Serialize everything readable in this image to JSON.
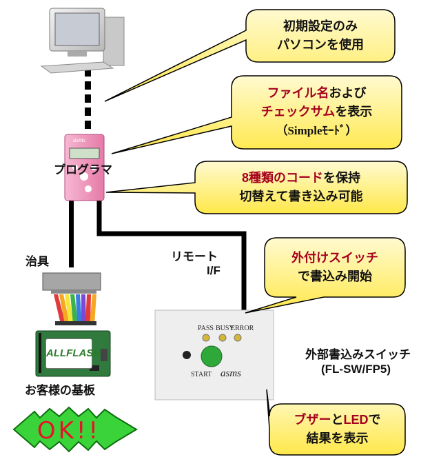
{
  "callouts": {
    "pc_setup": {
      "line1": "初期設定のみ",
      "line2": "パソコンを使用"
    },
    "file_checksum": {
      "line1_red": "ファイル名",
      "line1_rest": "および",
      "line2_red": "チェックサム",
      "line2_rest": "を表示",
      "line3": "（Simpleﾓｰﾄﾞ）"
    },
    "codes": {
      "line1_red": "8種類のコード",
      "line1_rest": "を保持",
      "line2": "切替えて書き込み可能"
    },
    "external_switch": {
      "line1_red": "外付けスイッチ",
      "line2": "で書込み開始"
    },
    "buzzer_led": {
      "line1_red_a": "ブザー",
      "line1_mid": "と",
      "line1_red_b": "LED",
      "line1_rest": "で",
      "line2": "結果を表示"
    }
  },
  "labels": {
    "programmer": "プログラマ",
    "jig": "治具",
    "remote_line1": "リモート",
    "remote_line2": "I/F",
    "customer_board": "お客様の基板",
    "ext_switch_name": "外部書込みスイッチ",
    "ext_switch_model": "(FL-SW/FP5)"
  },
  "device": {
    "programmer_logo": "asms"
  },
  "pcb": {
    "logo": "ALLFLASH"
  },
  "switch_box": {
    "pass": "PASS",
    "busy": "BUSY",
    "error": "ERROR",
    "start": "START",
    "logo": "asms"
  },
  "result": {
    "ok_text": "OK!!"
  },
  "colors": {
    "callout_fill": "#fff07a",
    "accent_red": "#a5001e",
    "ok_star": "#33cc33",
    "ok_text": "#e8102a",
    "programmer_pink": "#f09cc0"
  }
}
